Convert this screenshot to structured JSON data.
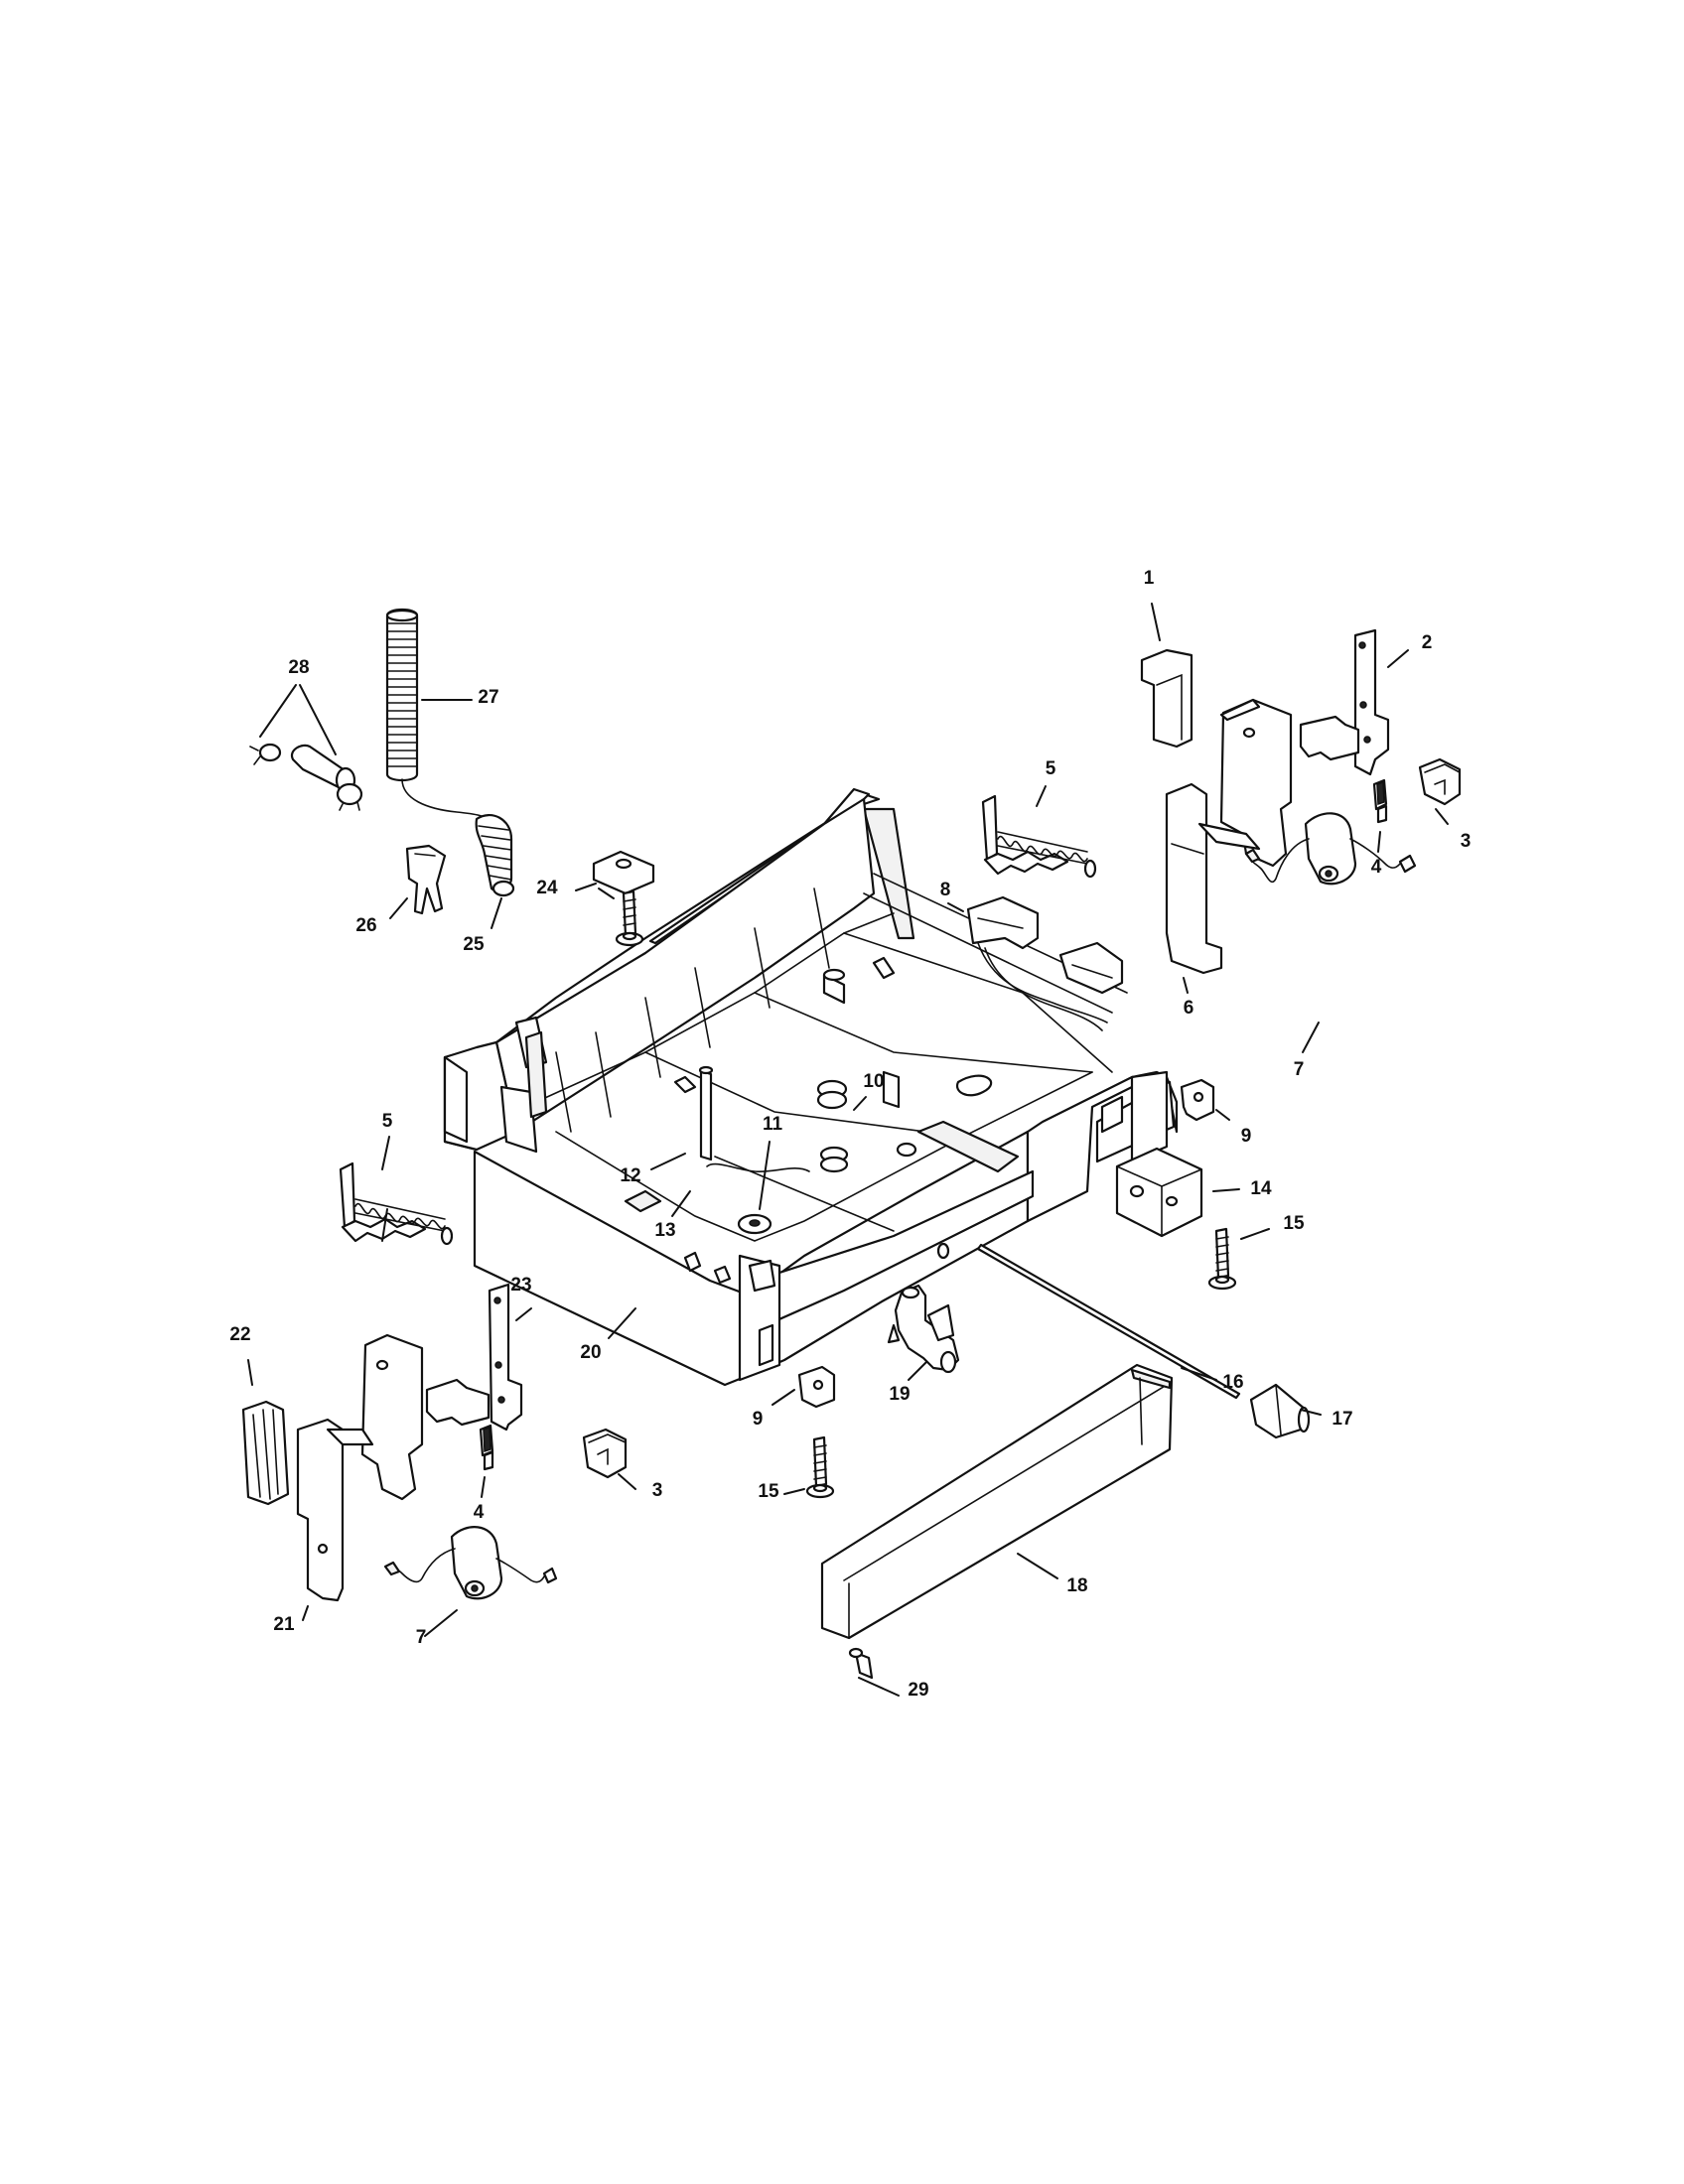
{
  "callouts": [
    {
      "id": "c1",
      "text": "1"
    },
    {
      "id": "c2",
      "text": "2"
    },
    {
      "id": "c3a",
      "text": "3"
    },
    {
      "id": "c4a",
      "text": "4"
    },
    {
      "id": "c5a",
      "text": "5"
    },
    {
      "id": "c6",
      "text": "6"
    },
    {
      "id": "c7a",
      "text": "7"
    },
    {
      "id": "c8",
      "text": "8"
    },
    {
      "id": "c9a",
      "text": "9"
    },
    {
      "id": "c10",
      "text": "10"
    },
    {
      "id": "c11",
      "text": "11"
    },
    {
      "id": "c12",
      "text": "12"
    },
    {
      "id": "c13",
      "text": "13"
    },
    {
      "id": "c14",
      "text": "14"
    },
    {
      "id": "c15a",
      "text": "15"
    },
    {
      "id": "c16",
      "text": "16"
    },
    {
      "id": "c17",
      "text": "17"
    },
    {
      "id": "c18",
      "text": "18"
    },
    {
      "id": "c19",
      "text": "19"
    },
    {
      "id": "c20",
      "text": "20"
    },
    {
      "id": "c21",
      "text": "21"
    },
    {
      "id": "c22",
      "text": "22"
    },
    {
      "id": "c23",
      "text": "23"
    },
    {
      "id": "c24",
      "text": "24"
    },
    {
      "id": "c25",
      "text": "25"
    },
    {
      "id": "c26",
      "text": "26"
    },
    {
      "id": "c27",
      "text": "27"
    },
    {
      "id": "c28",
      "text": "28"
    },
    {
      "id": "c29",
      "text": "29"
    },
    {
      "id": "c5b",
      "text": "5"
    },
    {
      "id": "c9b",
      "text": "9"
    },
    {
      "id": "c3b",
      "text": "3"
    },
    {
      "id": "c4b",
      "text": "4"
    },
    {
      "id": "c7b",
      "text": "7"
    },
    {
      "id": "c15b",
      "text": "15"
    }
  ]
}
